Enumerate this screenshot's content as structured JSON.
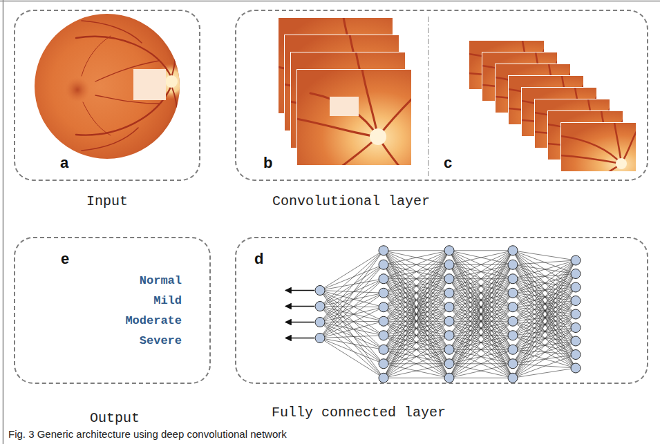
{
  "diagram": {
    "caption": "Fig. 3 Generic architecture using deep convolutional network",
    "nodes": [
      {
        "text": [
          "a",
          "Input"
        ]
      },
      {
        "text": [
          "b",
          "c",
          "Convolutional layer"
        ]
      },
      {
        "text": [
          "e",
          "Normal",
          "Mild",
          "Moderate",
          "Severe",
          "Output"
        ]
      },
      {
        "text": [
          "d",
          "Fully connected layer"
        ]
      }
    ]
  }
}
